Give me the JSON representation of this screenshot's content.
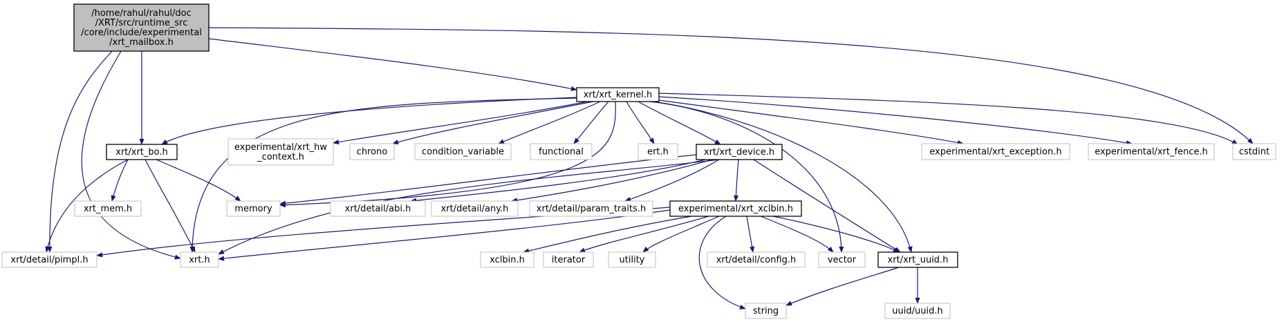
{
  "colors": {
    "edge": "#191970",
    "root_fill": "#bfbfbf",
    "local_border": "#000000",
    "system_border": "#bfbfbf",
    "background": "#ffffff"
  },
  "nodes": {
    "root": [
      "/home/rahul/rahul/doc",
      "/XRT/src/runtime_src",
      "/core/include/experimental",
      "/xrt_mailbox.h"
    ],
    "xrt_kernel": [
      "xrt/xrt_kernel.h"
    ],
    "cstdint": [
      "cstdint"
    ],
    "xrt_bo": [
      "xrt/xrt_bo.h"
    ],
    "pimpl": [
      "xrt/detail/pimpl.h"
    ],
    "xrt_h": [
      "xrt.h"
    ],
    "xrt_mem": [
      "xrt_mem.h"
    ],
    "memory": [
      "memory"
    ],
    "hw_context": [
      "experimental/xrt_hw",
      "_context.h"
    ],
    "chrono": [
      "chrono"
    ],
    "condition_variable": [
      "condition_variable"
    ],
    "functional": [
      "functional"
    ],
    "ert": [
      "ert.h"
    ],
    "xrt_device": [
      "xrt/xrt_device.h"
    ],
    "exception": [
      "experimental/xrt_exception.h"
    ],
    "fence": [
      "experimental/xrt_fence.h"
    ],
    "abi": [
      "xrt/detail/abi.h"
    ],
    "any": [
      "xrt/detail/any.h"
    ],
    "param_traits": [
      "xrt/detail/param_traits.h"
    ],
    "xclbin_exp": [
      "experimental/xrt_xclbin.h"
    ],
    "xclbin_h": [
      "xclbin.h"
    ],
    "iterator": [
      "iterator"
    ],
    "utility": [
      "utility"
    ],
    "config": [
      "xrt/detail/config.h"
    ],
    "vector": [
      "vector"
    ],
    "xrt_uuid": [
      "xrt/xrt_uuid.h"
    ],
    "string": [
      "string"
    ],
    "uuid_h": [
      "uuid/uuid.h"
    ]
  }
}
